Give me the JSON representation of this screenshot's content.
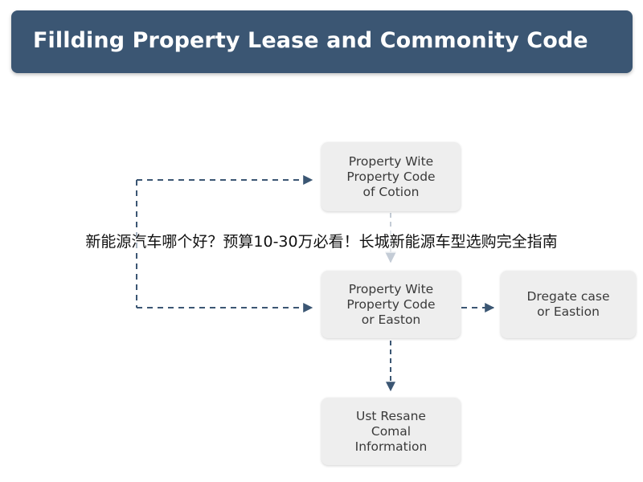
{
  "header": {
    "title": "Fillding Property Lease and Commonity Code"
  },
  "nodes": [
    {
      "id": "node-1",
      "label": "Property Wite\nProperty Code\nof Cotion"
    },
    {
      "id": "node-2",
      "label": "Property Wite\nProperty Code\nor Easton"
    },
    {
      "id": "node-3",
      "label": "Dregate case\nor Eastion"
    },
    {
      "id": "node-4",
      "label": "Ust Resane\nComal\nInformation"
    }
  ],
  "overlay": {
    "caption": "新能源汽车哪个好？预算10-30万必看！长城新能源车型选购完全指南"
  },
  "colors": {
    "header_bg": "#3b5673",
    "node_bg": "#eeeeee",
    "connector": "#3b5673",
    "connector_faded": "#c4ccd6"
  }
}
